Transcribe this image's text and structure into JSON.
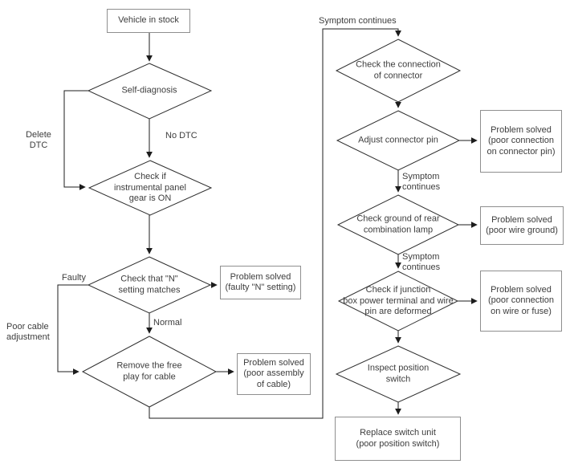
{
  "diagram": {
    "type": "flowchart",
    "background": "#ffffff",
    "colors": {
      "connector_line": "#1c1c1c",
      "diamond_border": "#2e2e2e",
      "box_border": "#8f8f8f",
      "text": "#3d3d3d"
    },
    "nodes": {
      "vehicle_in_stock": {
        "shape": "rect",
        "label": "Vehicle in stock"
      },
      "self_diagnosis": {
        "shape": "diamond",
        "label": "Self-diagnosis"
      },
      "check_panel_gear": {
        "shape": "diamond",
        "label": "Check if\ninstrumental panel\ngear is ON"
      },
      "check_n_setting": {
        "shape": "diamond",
        "label": "Check that \"N\"\nsetting matches"
      },
      "solved_n_setting": {
        "shape": "rect",
        "label": "Problem solved\n(faulty \"N\" setting)"
      },
      "remove_free_play": {
        "shape": "diamond",
        "label": "Remove the free\nplay for cable"
      },
      "solved_cable": {
        "shape": "rect",
        "label": "Problem solved\n(poor assembly\nof cable)"
      },
      "check_connector": {
        "shape": "diamond",
        "label": "Check the connection\nof connector"
      },
      "adjust_connector_pin": {
        "shape": "diamond",
        "label": "Adjust connector pin"
      },
      "solved_connector_pin": {
        "shape": "rect",
        "label": "Problem solved\n(poor connection\non connector pin)"
      },
      "check_ground": {
        "shape": "diamond",
        "label": "Check ground of rear\ncombination lamp"
      },
      "solved_wire_ground": {
        "shape": "rect",
        "label": "Problem solved\n(poor wire ground)"
      },
      "check_junction_box": {
        "shape": "diamond",
        "label": "Check if junction\nbox power terminal and wire\npin are deformed"
      },
      "solved_wire_fuse": {
        "shape": "rect",
        "label": "Problem solved\n(poor connection\non wire or fuse)"
      },
      "inspect_position_switch": {
        "shape": "diamond",
        "label": "Inspect position\nswitch"
      },
      "replace_switch_unit": {
        "shape": "rect",
        "label": "Replace switch unit\n(poor position switch)"
      }
    },
    "edge_labels": {
      "delete_dtc": "Delete\nDTC",
      "no_dtc": "No DTC",
      "faulty": "Faulty",
      "normal": "Normal",
      "poor_cable_adjustment": "Poor cable\nadjustment",
      "symptom_continues_loop": "Symptom continues",
      "symptom_continues_2": "Symptom\ncontinues",
      "symptom_continues_3": "Symptom\ncontinues"
    }
  }
}
